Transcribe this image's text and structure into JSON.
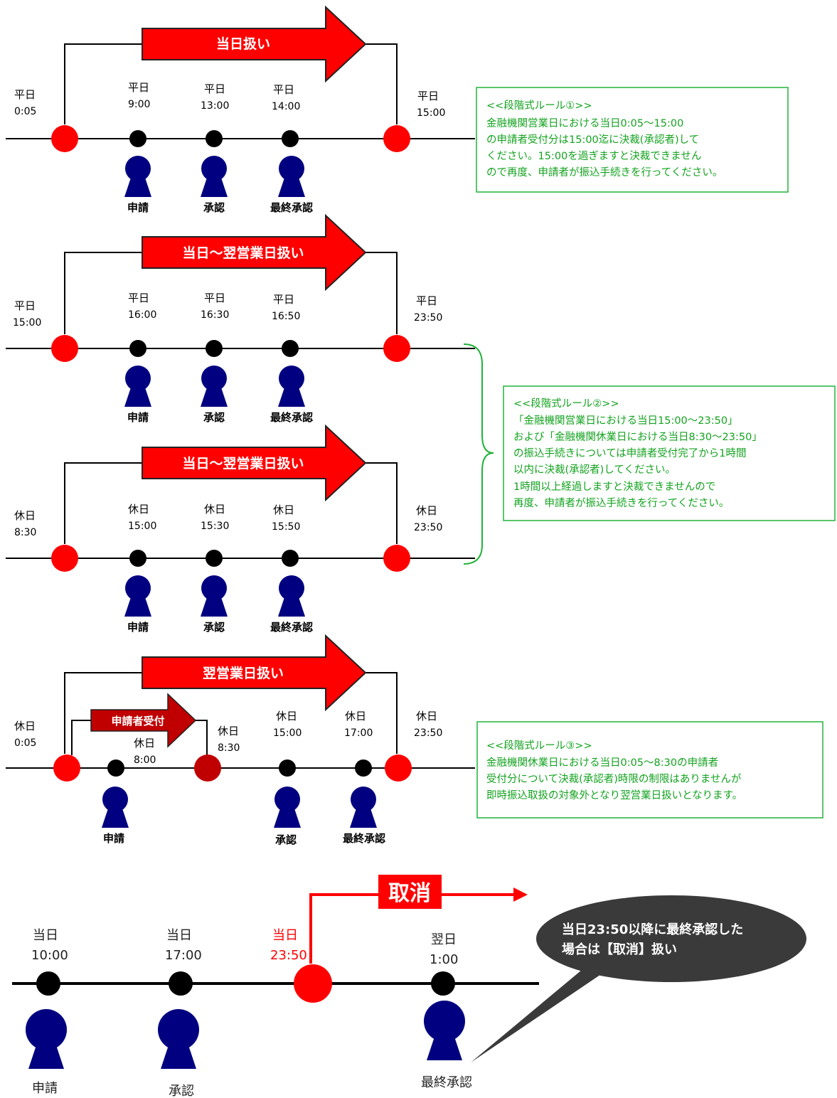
{
  "colors": {
    "red": "#ff0000",
    "dark_red": "#c00000",
    "navy": "#000080",
    "green": "#22b33a",
    "rule_text": "#13a31f",
    "bubble": "#3a3a3a"
  },
  "icons": {
    "milestone": "red-circle-icon",
    "step": "black-dot-icon",
    "person": "person-icon",
    "arrow": "arrow-right-icon"
  },
  "rule1": {
    "banner": "当日扱い",
    "times": [
      {
        "day": "平日",
        "time": "0:05"
      },
      {
        "day": "平日",
        "time": "9:00"
      },
      {
        "day": "平日",
        "time": "13:00"
      },
      {
        "day": "平日",
        "time": "14:00"
      },
      {
        "day": "平日",
        "time": "15:00"
      }
    ],
    "persons": [
      "申請",
      "承認",
      "最終承認"
    ],
    "box": {
      "title": "<<段階式ルール①>>",
      "lines": [
        "金融機関営業日における当日0:05～15:00",
        "の申請者受付分は15:00迄に決裁(承認者)して",
        "ください。15:00を過ぎますと決裁できません",
        "ので再度、申請者が振込手続きを行ってください。"
      ]
    }
  },
  "rule2a": {
    "banner": "当日～翌営業日扱い",
    "times": [
      {
        "day": "平日",
        "time": "15:00"
      },
      {
        "day": "平日",
        "time": "16:00"
      },
      {
        "day": "平日",
        "time": "16:30"
      },
      {
        "day": "平日",
        "time": "16:50"
      },
      {
        "day": "平日",
        "time": "23:50"
      }
    ],
    "persons": [
      "申請",
      "承認",
      "最終承認"
    ]
  },
  "rule2b": {
    "banner": "当日～翌営業日扱い",
    "times": [
      {
        "day": "休日",
        "time": "8:30"
      },
      {
        "day": "休日",
        "time": "15:00"
      },
      {
        "day": "休日",
        "time": "15:30"
      },
      {
        "day": "休日",
        "time": "15:50"
      },
      {
        "day": "休日",
        "time": "23:50"
      }
    ],
    "persons": [
      "申請",
      "承認",
      "最終承認"
    ]
  },
  "rule2box": {
    "title": "<<段階式ルール②>>",
    "lines": [
      "「金融機関営業日における当日15:00～23:50」",
      "および「金融機関休業日における当日8:30～23:50」",
      "の振込手続きについては申請者受付完了から1時間",
      "以内に決裁(承認者)してください。",
      "1時間以上経過しますと決裁できませんので",
      "再度、申請者が振込手続きを行ってください。"
    ]
  },
  "rule3": {
    "banner": "翌営業日扱い",
    "sub_banner": "申請者受付",
    "times": [
      {
        "day": "休日",
        "time": "0:05"
      },
      {
        "day": "休日",
        "time": "8:00"
      },
      {
        "day": "休日",
        "time": "8:30"
      },
      {
        "day": "休日",
        "time": "15:00"
      },
      {
        "day": "休日",
        "time": "17:00"
      },
      {
        "day": "休日",
        "time": "23:50"
      }
    ],
    "persons": [
      "申請",
      "承認",
      "最終承認"
    ],
    "box": {
      "title": "<<段階式ルール③>>",
      "lines": [
        "金融機関休業日における当日0:05～8:30の申請者",
        "受付分について決裁(承認者)時限の制限はありませんが",
        "即時振込取扱の対象外となり翌営業日扱いとなります。"
      ]
    }
  },
  "cancel": {
    "banner": "取消",
    "times": [
      {
        "day": "当日",
        "time": "10:00"
      },
      {
        "day": "当日",
        "time": "17:00"
      },
      {
        "day": "当日",
        "time": "23:50"
      },
      {
        "day": "翌日",
        "time": "1:00"
      }
    ],
    "persons": [
      "申請",
      "承認",
      "最終承認"
    ],
    "bubble": [
      "当日23:50以降に最終承認した",
      "場合は【取消】扱い"
    ]
  }
}
